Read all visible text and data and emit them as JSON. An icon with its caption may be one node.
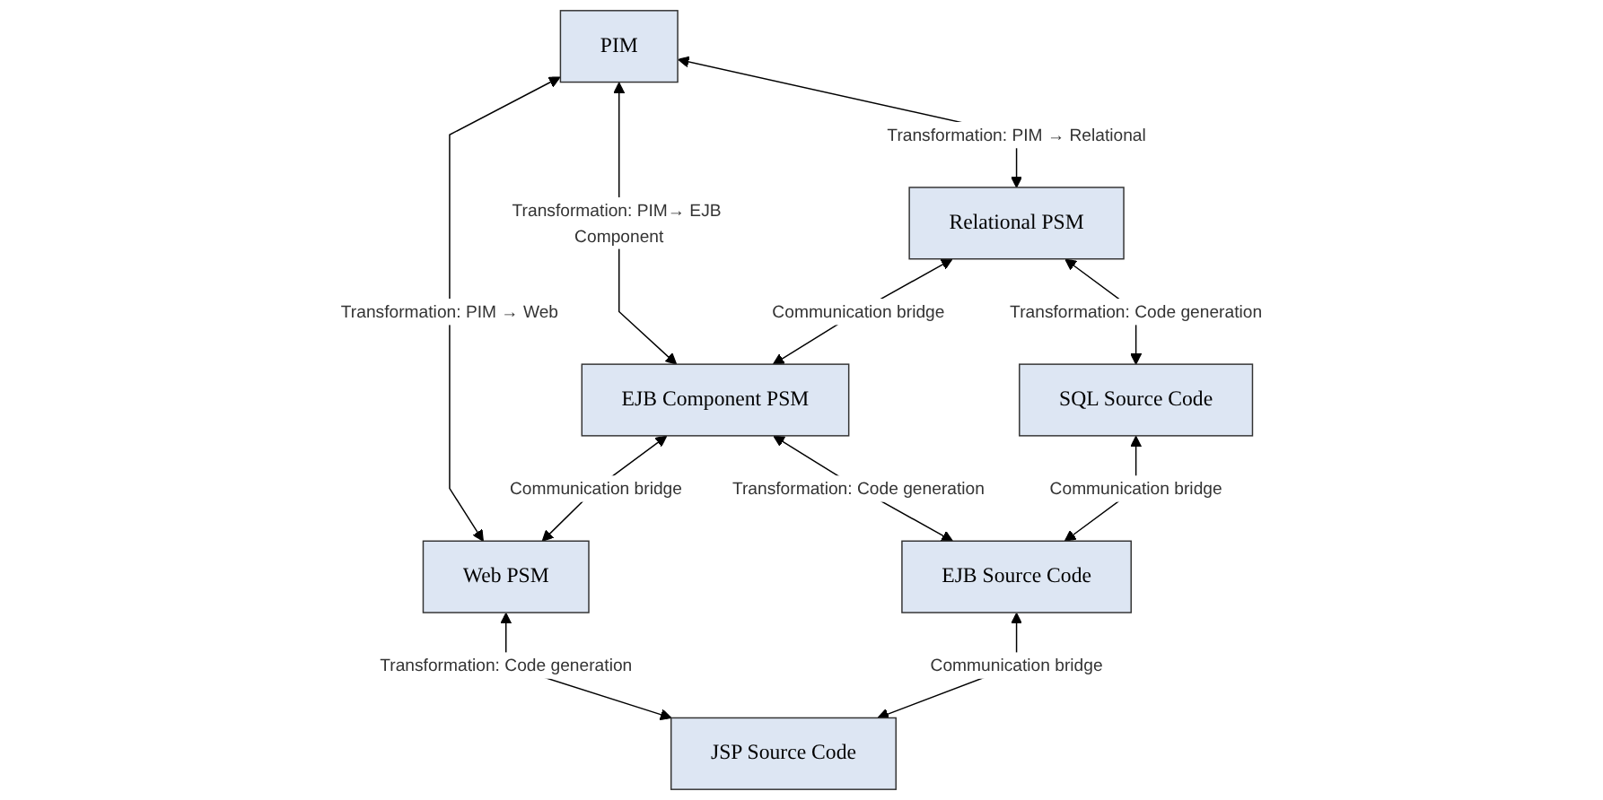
{
  "diagram": {
    "nodes": [
      {
        "text": [
          "PIM"
        ]
      },
      {
        "text": [
          "Relational PSM"
        ]
      },
      {
        "text": [
          "EJB Component PSM"
        ]
      },
      {
        "text": [
          "Web PSM"
        ]
      },
      {
        "text": [
          "SQL Source Code"
        ]
      },
      {
        "text": [
          "EJB Source Code"
        ]
      },
      {
        "text": [
          "JSP Source Code"
        ]
      }
    ],
    "edges": [
      {
        "from": 0,
        "to": 1,
        "arrow": "both",
        "label": "Transformation: PIM → Relational"
      },
      {
        "from": 0,
        "to": 2,
        "arrow": "both",
        "label": "Transformation: PIM→ EJB Component"
      },
      {
        "from": 0,
        "to": 3,
        "arrow": "both",
        "label": "Transformation: PIM → Web"
      },
      {
        "from": 1,
        "to": 2,
        "arrow": "both",
        "label": "Communication bridge"
      },
      {
        "from": 2,
        "to": 3,
        "arrow": "both",
        "label": "Communication bridge"
      },
      {
        "from": 1,
        "to": 4,
        "arrow": "both",
        "label": "Transformation: Code generation"
      },
      {
        "from": 2,
        "to": 5,
        "arrow": "both",
        "label": "Transformation: Code generation"
      },
      {
        "from": 3,
        "to": 6,
        "arrow": "both",
        "label": "Transformation: Code generation"
      },
      {
        "from": 4,
        "to": 5,
        "arrow": "both",
        "label": "Communication bridge"
      },
      {
        "from": 5,
        "to": 6,
        "arrow": "both",
        "label": "Communication bridge"
      }
    ]
  }
}
